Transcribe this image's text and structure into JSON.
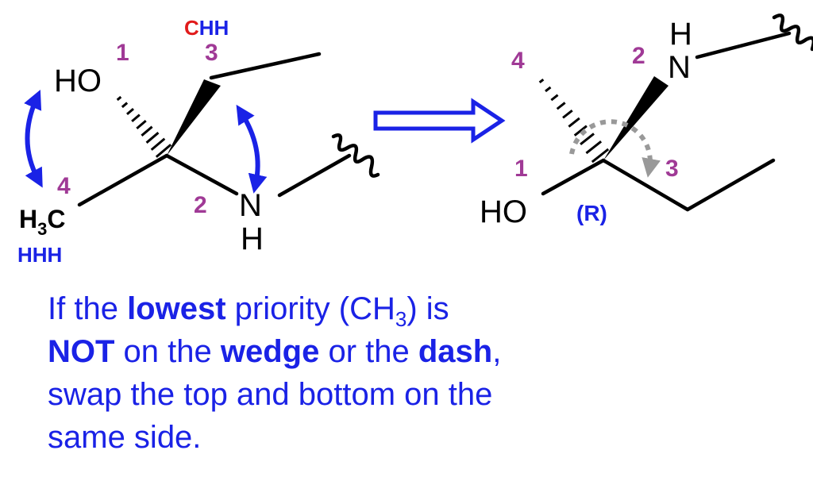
{
  "colors": {
    "priority": "#a03a96",
    "blue": "#1a22e6",
    "red": "#e11b1b",
    "black": "#000000",
    "gray": "#999999"
  },
  "left_molecule": {
    "atoms": {
      "oh": "HO",
      "ch3_h": "H",
      "ch3_sub": "3",
      "ch3_c": "C",
      "n": "N",
      "nh": "H"
    },
    "priorities": {
      "p1": "1",
      "p2": "2",
      "p3": "3",
      "p4": "4"
    },
    "ethyl_note": {
      "c": "C",
      "hh": "HH"
    },
    "methyl_note": "HHH"
  },
  "right_molecule": {
    "atoms": {
      "oh": "HO",
      "n": "N",
      "nh": "H"
    },
    "priorities": {
      "p1": "1",
      "p2": "2",
      "p3": "3",
      "p4": "4"
    },
    "configuration": "(R)"
  },
  "caption": {
    "l1_a": "If the ",
    "l1_b": "lowest",
    "l1_c": " priority (CH",
    "l1_sub": "3",
    "l1_d": ") is",
    "l2_a": "NOT",
    "l2_b": " on the ",
    "l2_c": "wedge",
    "l2_d": " or the ",
    "l2_e": "dash",
    "l2_f": ",",
    "l3": "swap the top and bottom on the",
    "l4": "same side."
  }
}
